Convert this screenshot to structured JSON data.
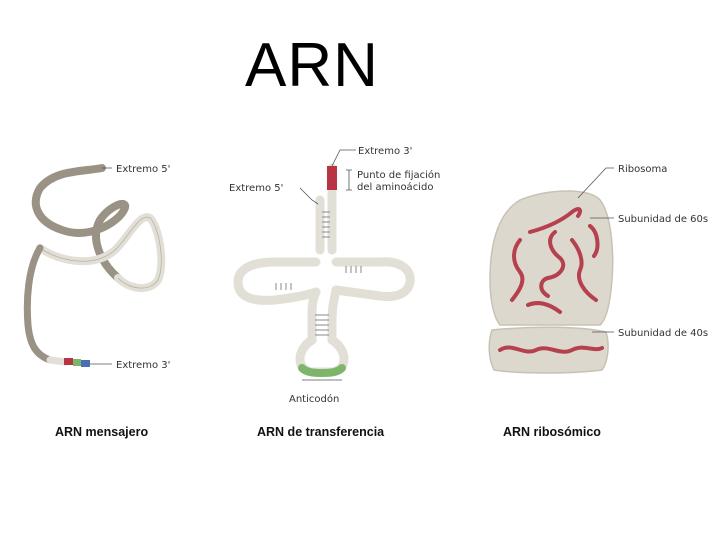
{
  "title": "ARN",
  "panels": {
    "mrna": {
      "caption": "ARN mensajero",
      "label_5": "Extremo 5'",
      "label_3": "Extremo 3'"
    },
    "trna": {
      "caption": "ARN de transferencia",
      "label_3": "Extremo 3'",
      "label_5": "Extremo 5'",
      "label_site_1": "Punto de fijación",
      "label_site_2": "del aminoácido",
      "label_anticodon": "Anticodón"
    },
    "rrna": {
      "caption": "ARN ribosómico",
      "label_ribosome": "Ribosoma",
      "label_60s": "Subunidad de 60s",
      "label_40s": "Subunidad de 40s"
    }
  },
  "colors": {
    "strand_fill": "#e2dfd6",
    "strand_edge": "#b7b2a6",
    "mrna_dark": "#9a9385",
    "red": "#b83444",
    "green": "#7db56a",
    "blue": "#4a6fb5",
    "rrna_red": "#b5404e"
  }
}
